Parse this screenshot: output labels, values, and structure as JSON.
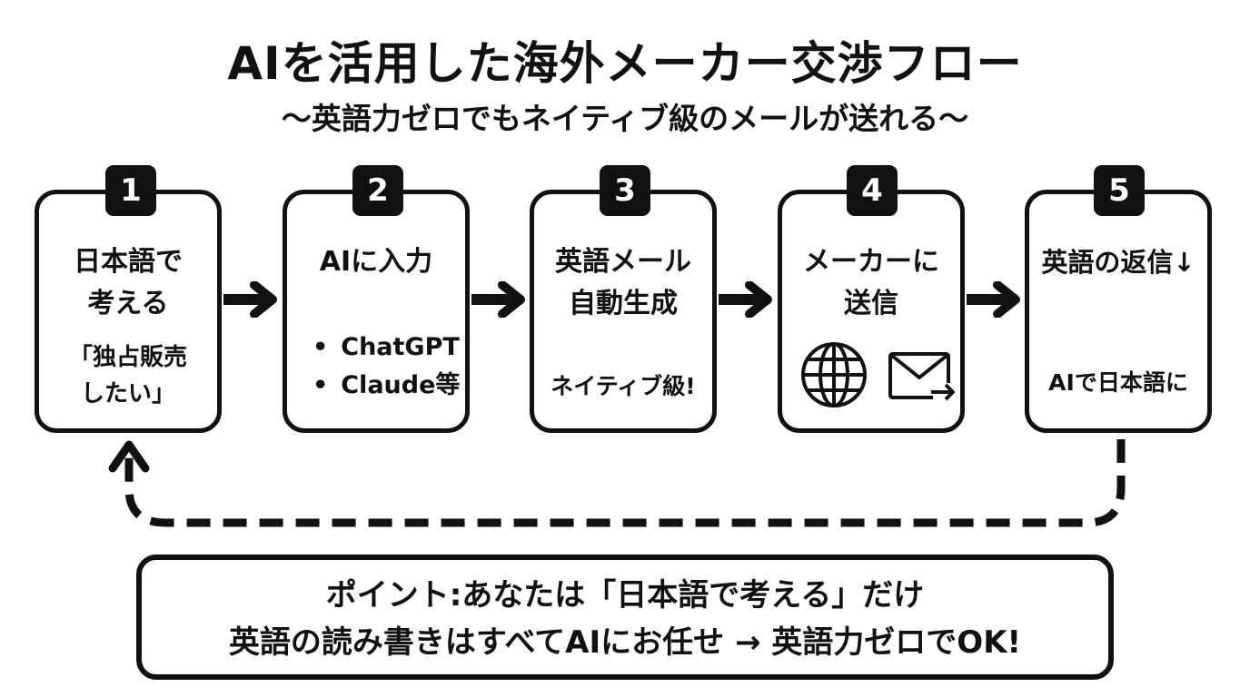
{
  "title": "AIを活用した海外メーカー交渉フロー",
  "subtitle": "〜英語力ゼロでもネイティブ級のメールが送れる〜",
  "steps": [
    {
      "number": "1",
      "title_lines": [
        "日本語で",
        "考える"
      ],
      "note_lines": [
        "「独占販売",
        "したい」"
      ]
    },
    {
      "number": "2",
      "title_lines": [
        "AIに入力"
      ],
      "bullets": [
        "ChatGPT",
        "Claude等"
      ]
    },
    {
      "number": "3",
      "title_lines": [
        "英語メール",
        "自動生成"
      ],
      "note_lines": [
        "ネイティブ級!"
      ]
    },
    {
      "number": "4",
      "title_lines": [
        "メーカーに",
        "送信"
      ],
      "icons": [
        "globe-icon",
        "envelope-send-icon"
      ]
    },
    {
      "number": "5",
      "title_lines": [
        "英語の返信↓"
      ],
      "note_lines": [
        "AIで日本語に"
      ]
    }
  ],
  "point": {
    "line1": "ポイント:あなたは「日本語で考える」だけ",
    "line2": "英語の読み書きはすべてAIにお任せ → 英語力ゼロでOK!"
  },
  "colors": {
    "ink": "#111111",
    "background": "#ffffff"
  }
}
